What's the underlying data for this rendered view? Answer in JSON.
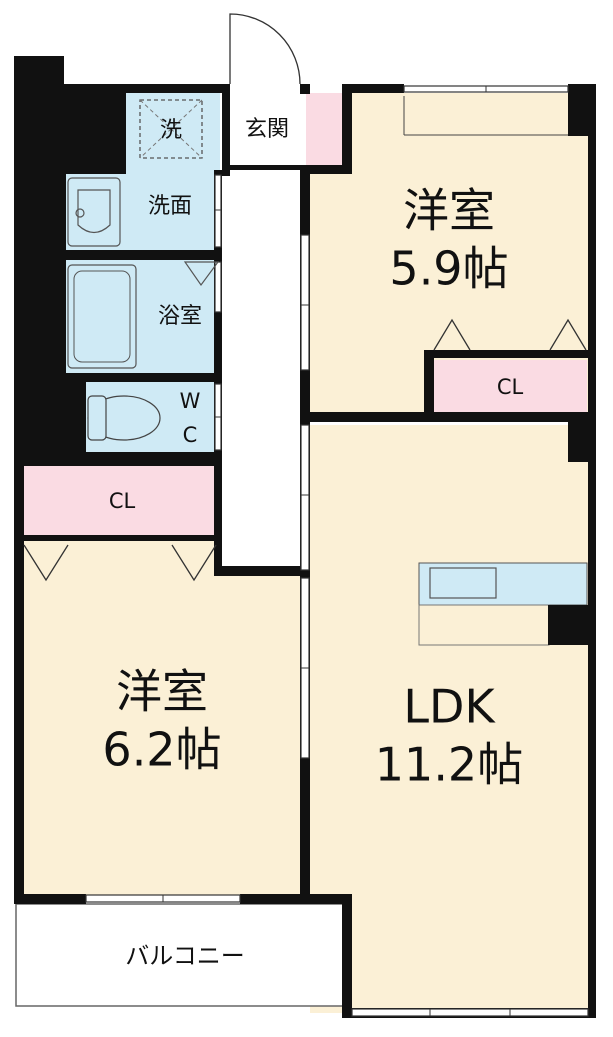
{
  "colors": {
    "wall": "#111111",
    "room_floor": "#fbf0d6",
    "wet_area": "#cfeaf5",
    "closet": "#fadbe3",
    "balcony": "#ffffff",
    "corridor": "#ffffff"
  },
  "rooms": {
    "western_room_1": {
      "name": "洋室",
      "size": "5.9帖"
    },
    "western_room_2": {
      "name": "洋室",
      "size": "6.2帖"
    },
    "ldk": {
      "name": "LDK",
      "size": "11.2帖"
    },
    "entrance": {
      "name": "玄関"
    },
    "laundry": {
      "name": "洗"
    },
    "washroom": {
      "name": "洗面"
    },
    "bathroom": {
      "name": "浴室"
    },
    "toilet": {
      "line1": "W",
      "line2": "C"
    },
    "closet_1": {
      "name": "CL"
    },
    "closet_2": {
      "name": "CL"
    },
    "balcony": {
      "name": "バルコニー"
    }
  }
}
